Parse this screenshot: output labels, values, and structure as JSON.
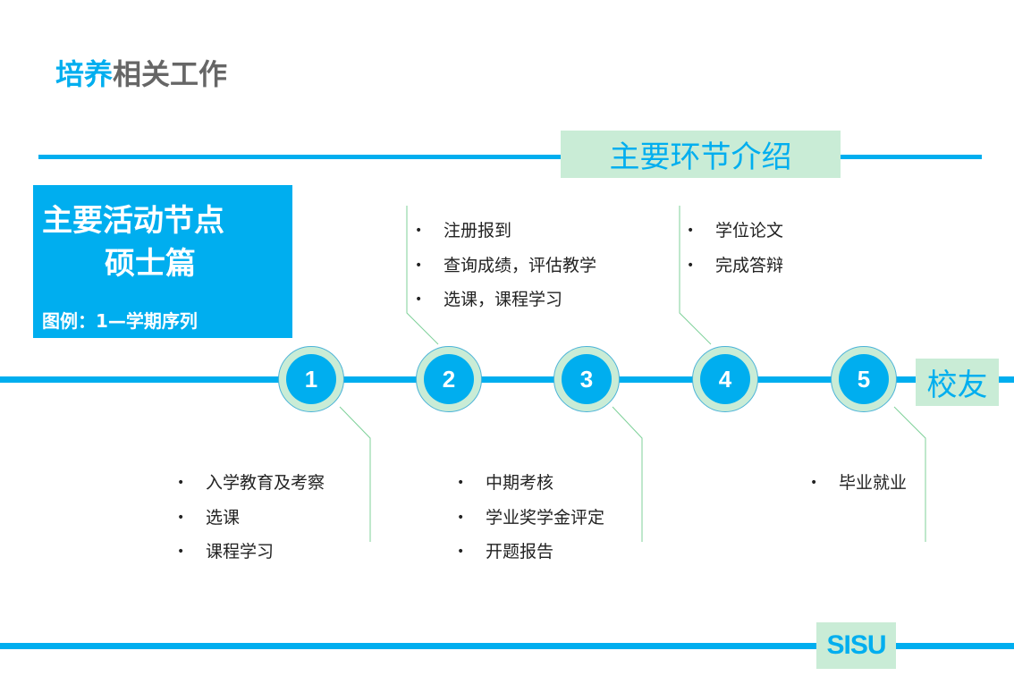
{
  "title": {
    "highlight": "培养",
    "rest": "相关工作"
  },
  "section_label": "主要环节介绍",
  "info_box": {
    "line1": "主要活动节点",
    "line2": "硕士篇",
    "legend": "图例：1—学期序列"
  },
  "steps": [
    "1",
    "2",
    "3",
    "4",
    "5"
  ],
  "alumni": "校友",
  "logo": "SISU",
  "lists": {
    "step1": [
      "入学教育及考察",
      "选课",
      "课程学习"
    ],
    "step2": [
      "注册报到",
      "查询成绩，评估教学",
      "选课，课程学习"
    ],
    "step3": [
      "中期考核",
      "学业奖学金评定",
      "开题报告"
    ],
    "step4": [
      "学位论文",
      "完成答辩"
    ],
    "step5": [
      "毕业就业"
    ]
  },
  "colors": {
    "accent": "#00aeef",
    "green": "#c9ecd6"
  }
}
